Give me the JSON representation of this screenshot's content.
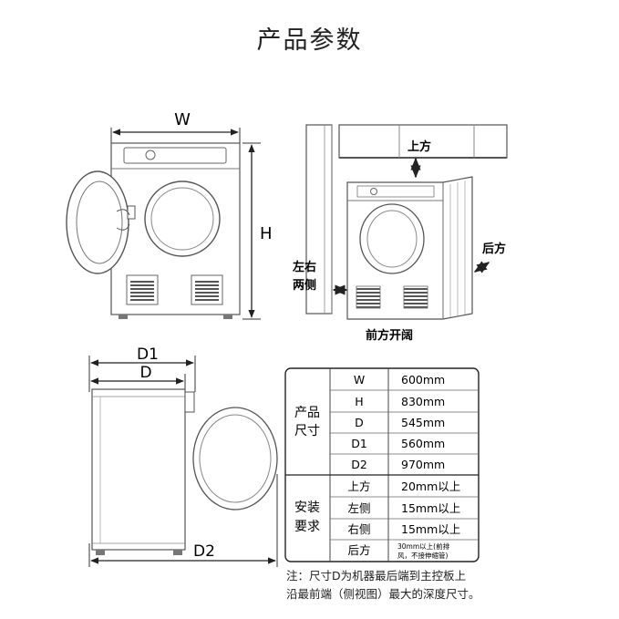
{
  "title": "产品参数",
  "front_view": {
    "width_label": "W",
    "height_label": "H"
  },
  "install_view": {
    "top_label": "上方",
    "back_label": "后方",
    "side_label_line1": "左右",
    "side_label_line2": "两侧",
    "front_label": "前方开阔"
  },
  "side_view": {
    "d1_label": "D1",
    "d_label": "D",
    "d2_label": "D2"
  },
  "spec_table": {
    "size_group": {
      "line1": "产品",
      "line2": "尺寸"
    },
    "size_rows": [
      {
        "key": "W",
        "value": "600mm"
      },
      {
        "key": "H",
        "value": "830mm"
      },
      {
        "key": "D",
        "value": "545mm"
      },
      {
        "key": "D1",
        "value": "560mm"
      },
      {
        "key": "D2",
        "value": "970mm"
      }
    ],
    "install_group": {
      "line1": "安装",
      "line2": "要求"
    },
    "install_rows": [
      {
        "key": "上方",
        "value": "20mm以上"
      },
      {
        "key": "左侧",
        "value": "15mm以上"
      },
      {
        "key": "右侧",
        "value": "15mm以上"
      },
      {
        "key": "后方",
        "value_line1": "30mm以上(前排",
        "value_line2": "风，不接伸缩管)"
      }
    ]
  },
  "note": {
    "line1": "注：尺寸D为机器最后端到主控板上",
    "line2": "沿最前端（侧视图）最大的深度尺寸。"
  },
  "icons": [
    "arrow-double-vertical-icon",
    "arrow-double-horizontal-icon",
    "arrow-double-diagonal-icon"
  ]
}
